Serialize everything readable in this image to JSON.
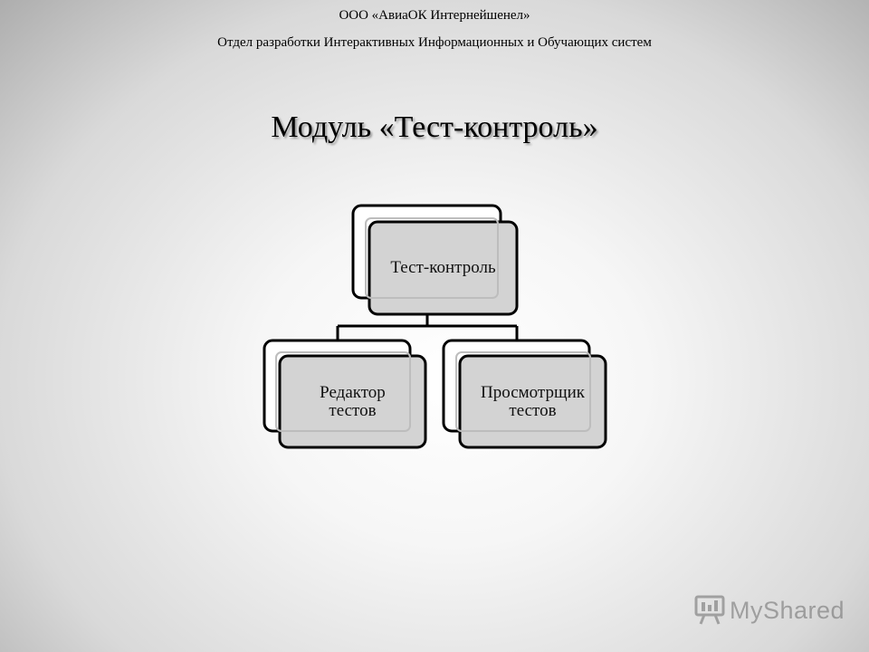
{
  "header": {
    "company": "ООО «АвиаОК Интернейшенел»",
    "department": "Отдел разработки Интерактивных Информационных и Обучающих систем"
  },
  "title": "Модуль «Тест-контроль»",
  "diagram": {
    "root": {
      "label": "Тест-контроль"
    },
    "children": [
      {
        "line1": "Редактор",
        "line2": "тестов"
      },
      {
        "line1": "Просмотрщик",
        "line2": "тестов"
      }
    ]
  },
  "watermark": {
    "text": "MyShared",
    "icon": "presentation-board-icon"
  }
}
